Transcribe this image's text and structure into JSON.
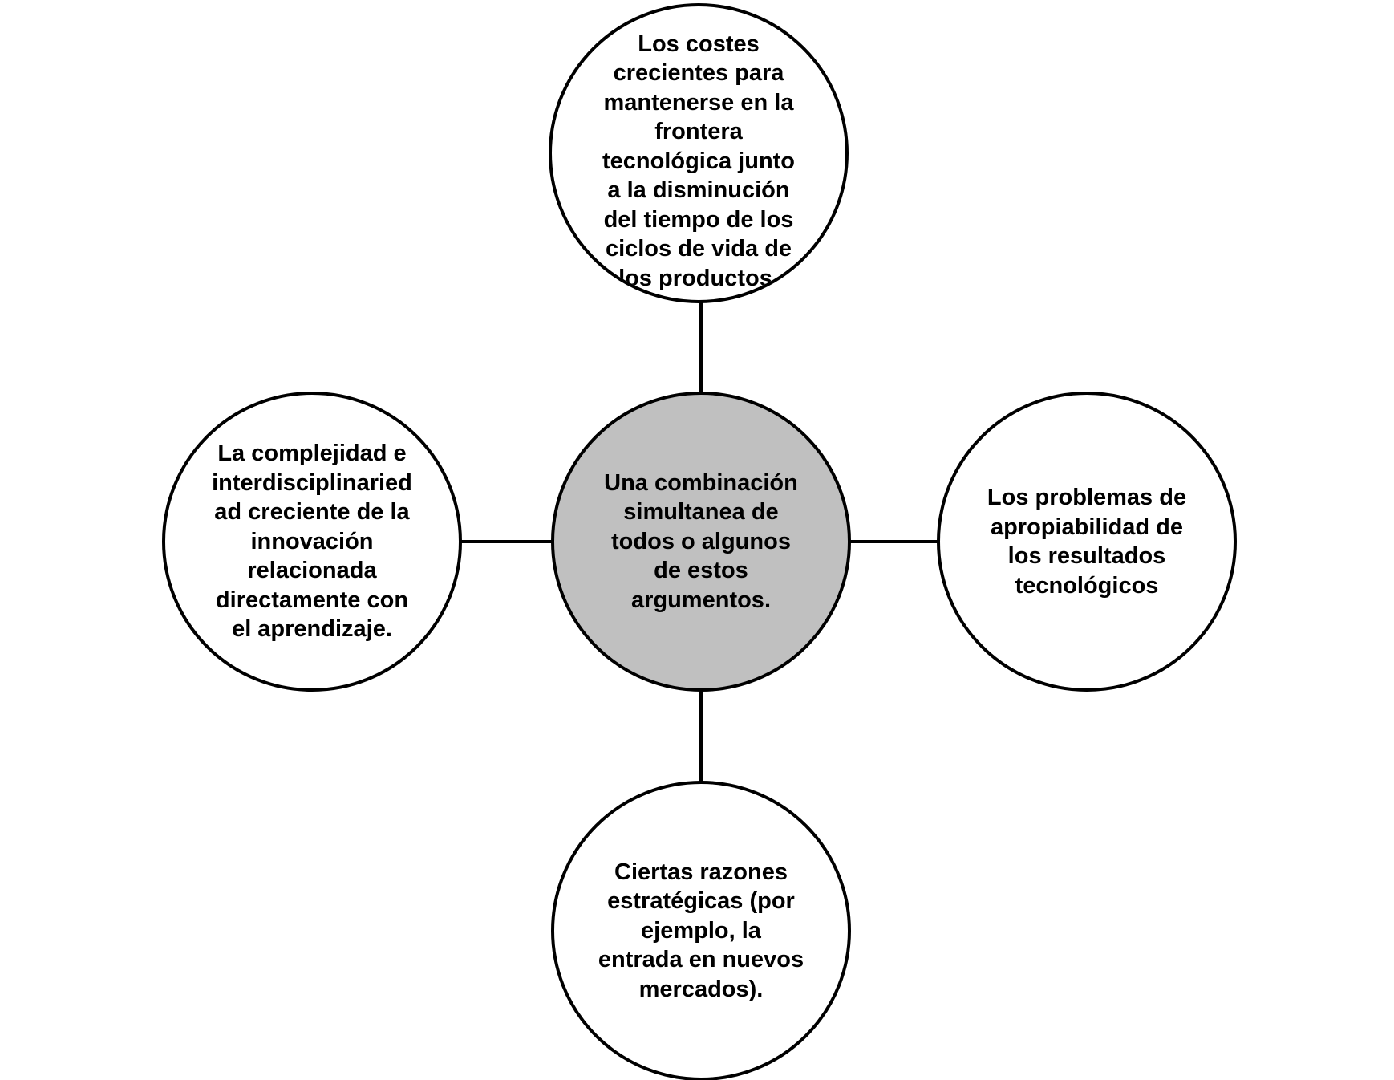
{
  "diagram": {
    "center_fill": "#c0c0c0",
    "outer_fill": "#ffffff",
    "stroke": "#000000",
    "center": {
      "text": "Una combinación\nsimultanea de\ntodos o algunos\nde estos\nargumentos."
    },
    "top": {
      "text": "Los costes\ncrecientes para\nmantenerse en la\nfrontera\ntecnológica junto\na la disminución\ndel tiempo de los\nciclos de vida de\nlos productos."
    },
    "left": {
      "text": "La complejidad e\ninterdisciplinaried\nad creciente de la\ninnovación\nrelacionada\ndirectamente con\nel aprendizaje."
    },
    "right": {
      "text": "Los problemas de\napropiabilidad de\nlos resultados\ntecnológicos"
    },
    "bottom": {
      "text": "Ciertas razones\nestratégicas (por\nejemplo, la\nentrada en nuevos\nmercados)."
    }
  }
}
